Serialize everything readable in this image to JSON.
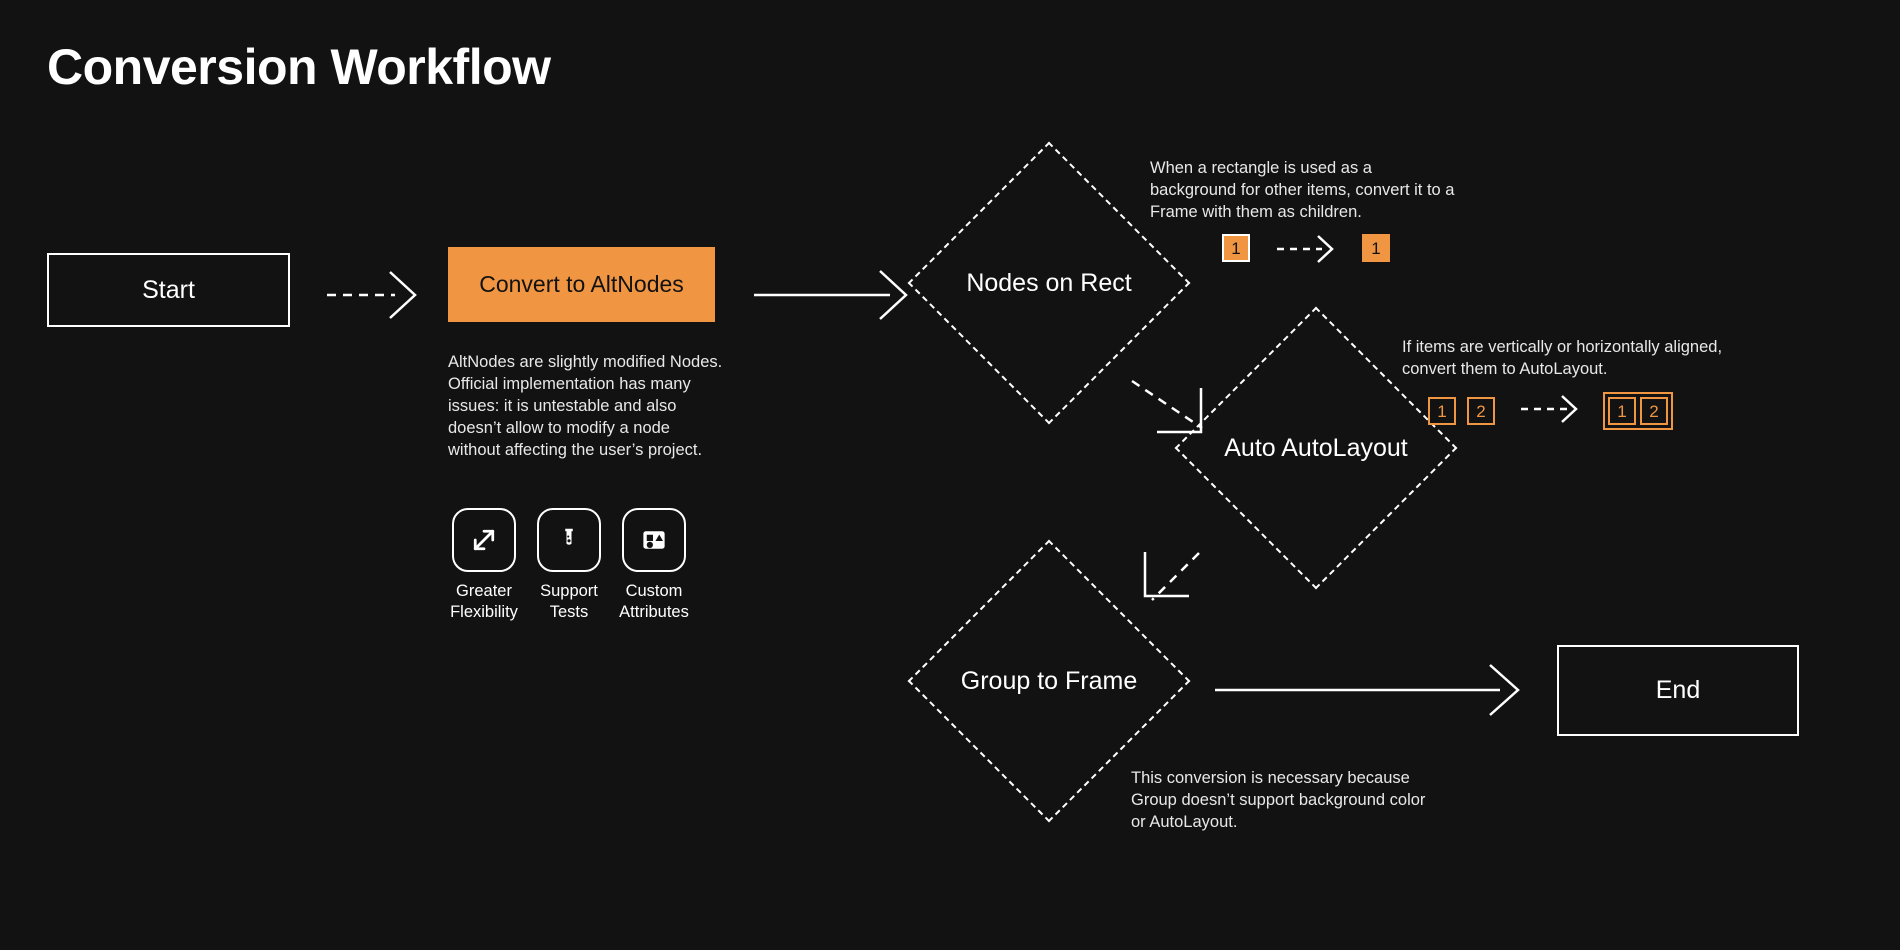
{
  "page": {
    "title": "Conversion Workflow",
    "background_color": "#121212",
    "accent_color": "#F09542",
    "text_color": "#ffffff"
  },
  "nodes": {
    "start": {
      "label": "Start",
      "type": "terminal"
    },
    "convert": {
      "label": "Convert to AltNodes",
      "type": "process",
      "color": "#F09542"
    },
    "nodes_on_rect": {
      "label": "Nodes on Rect",
      "type": "decision"
    },
    "auto_autolayout": {
      "label": "Auto AutoLayout",
      "type": "decision"
    },
    "group_to_frame": {
      "label": "Group to Frame",
      "type": "decision"
    },
    "end": {
      "label": "End",
      "type": "terminal"
    }
  },
  "notes": {
    "convert_description": "AltNodes are slightly modified Nodes. Official implementation has many issues: it is untestable and also doesn’t allow to modify a node without affecting the user’s project.",
    "nodes_on_rect": "When a rectangle is used as a background for other items, convert it to a Frame with them as children.",
    "auto_autolayout": "If items are vertically or horizontally aligned, convert them to AutoLayout.",
    "group_to_frame": "This conversion is necessary because Group doesn’t support background color or AutoLayout."
  },
  "features": [
    {
      "icon": "expand-arrows-icon",
      "label": "Greater\nFlexibility",
      "line1": "Greater",
      "line2": "Flexibility"
    },
    {
      "icon": "test-tube-icon",
      "label": "Support\nTests",
      "line1": "Support",
      "line2": "Tests"
    },
    {
      "icon": "shapes-frame-icon",
      "label": "Custom\nAttributes",
      "line1": "Custom",
      "line2": "Attributes"
    }
  ],
  "badges": {
    "nodes_on_rect": {
      "before": [
        {
          "value": "1",
          "style": "filled-bordered"
        }
      ],
      "after": [
        {
          "value": "1",
          "style": "filled"
        }
      ]
    },
    "auto_autolayout": {
      "before": [
        {
          "value": "1",
          "style": "outline"
        },
        {
          "value": "2",
          "style": "outline"
        }
      ],
      "after": [
        {
          "value": "1",
          "style": "outline"
        },
        {
          "value": "2",
          "style": "outline"
        }
      ],
      "after_grouped": true
    }
  },
  "connectors": [
    {
      "from": "start",
      "to": "convert",
      "style": "dashed"
    },
    {
      "from": "convert",
      "to": "nodes_on_rect",
      "style": "solid"
    },
    {
      "from": "nodes_on_rect",
      "to": "auto_autolayout",
      "style": "dashed"
    },
    {
      "from": "auto_autolayout",
      "to": "group_to_frame",
      "style": "dashed"
    },
    {
      "from": "group_to_frame",
      "to": "end",
      "style": "solid"
    }
  ]
}
